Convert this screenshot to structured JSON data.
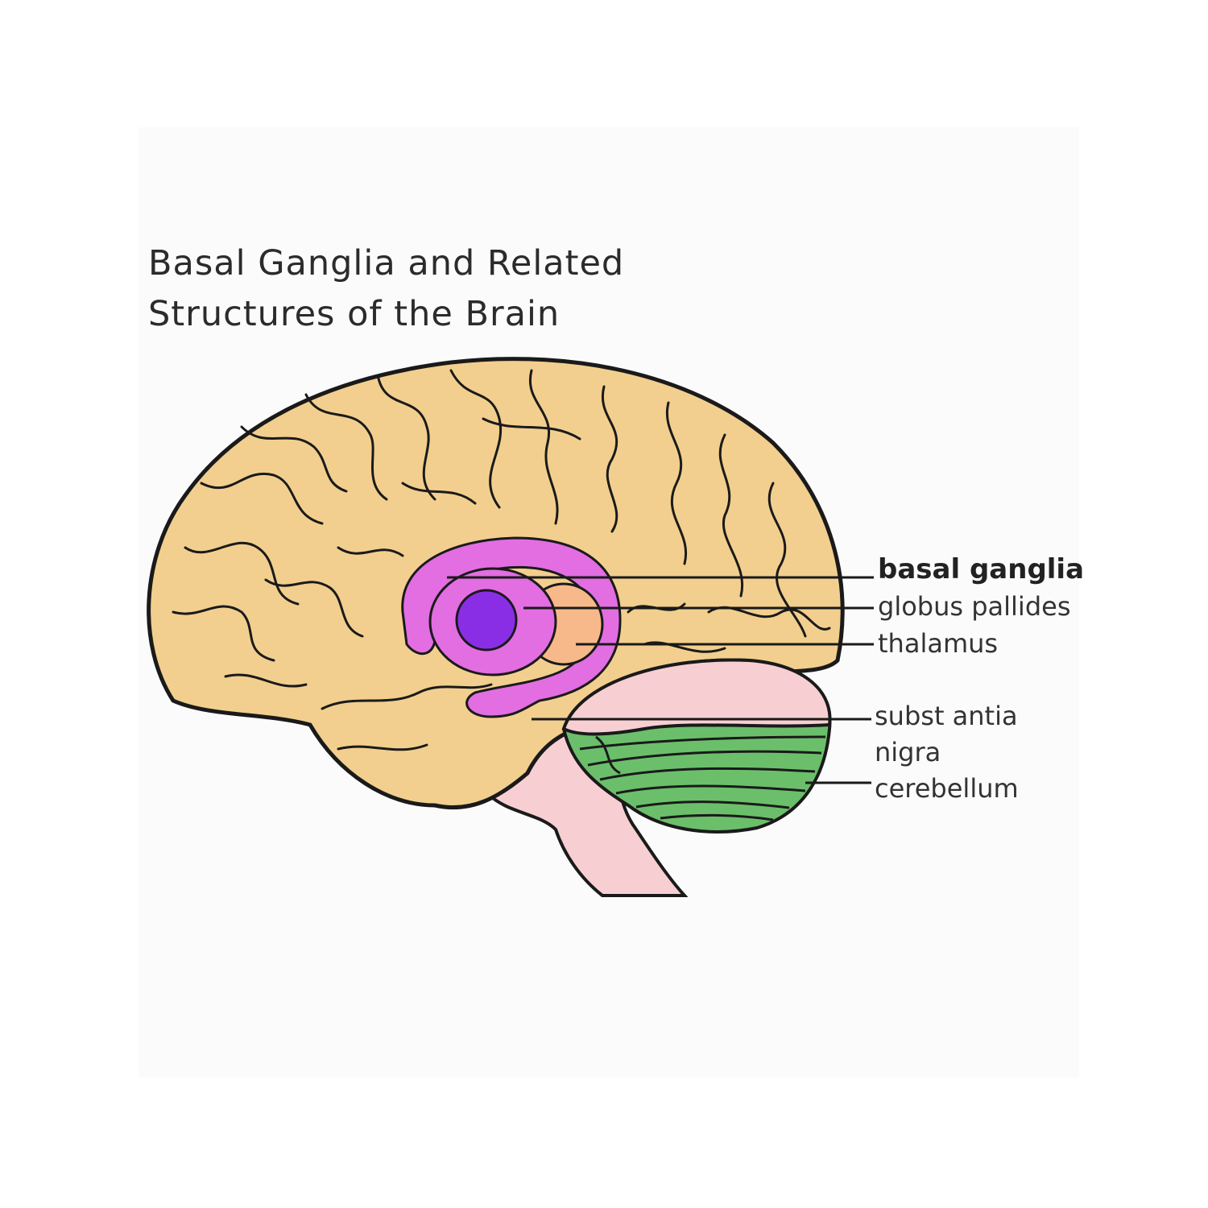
{
  "title": {
    "line1": "Basal Ganglia and Related",
    "line2": "Structures of the Brain"
  },
  "labels": {
    "basal_ganglia": "basal ganglia",
    "globus_pallides": "globus pallides",
    "thalamus": "thalamus",
    "substantia": "subst antia",
    "nigra": "nigra",
    "cerebellum": "cerebellum"
  },
  "colors": {
    "cerebrum": "#f2cf8e",
    "basal_ganglia": "#e26ee2",
    "globus_pallides_core": "#8a2ee6",
    "thalamus": "#f7b98a",
    "brainstem": "#f7cfd3",
    "cerebellum": "#6bbf6b",
    "outline": "#1a1a1a"
  }
}
